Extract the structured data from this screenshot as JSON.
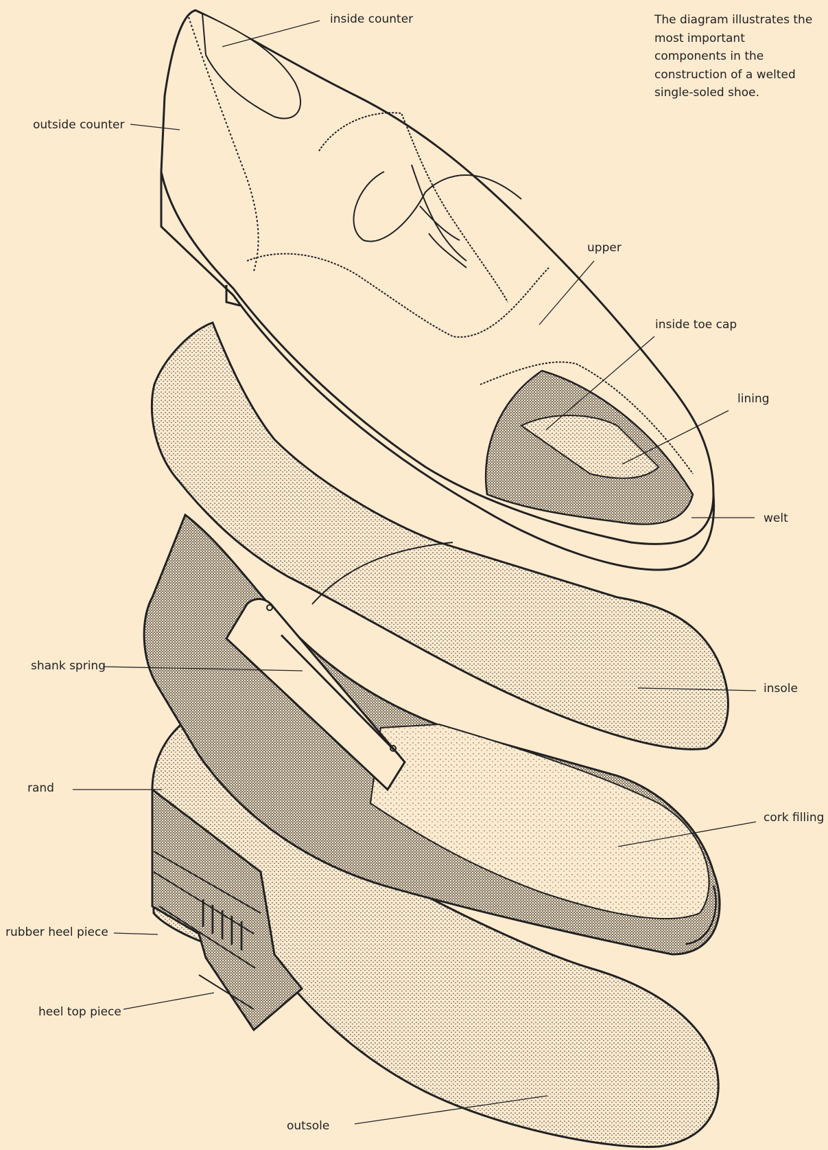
{
  "caption": "The diagram illustrates the most important components in the construction of a welted single-soled shoe.",
  "labels": {
    "inside_counter": "inside counter",
    "outside_counter": "outside counter",
    "upper": "upper",
    "inside_toe_cap": "inside toe cap",
    "lining": "lining",
    "welt": "welt",
    "shank_spring": "shank spring",
    "insole": "insole",
    "rand": "rand",
    "cork_filling": "cork filling",
    "rubber_heel_piece": "rubber heel piece",
    "heel_top_piece": "heel top piece",
    "outsole": "outsole"
  },
  "colors": {
    "background": "#fdebd0",
    "ink": "#222222"
  }
}
